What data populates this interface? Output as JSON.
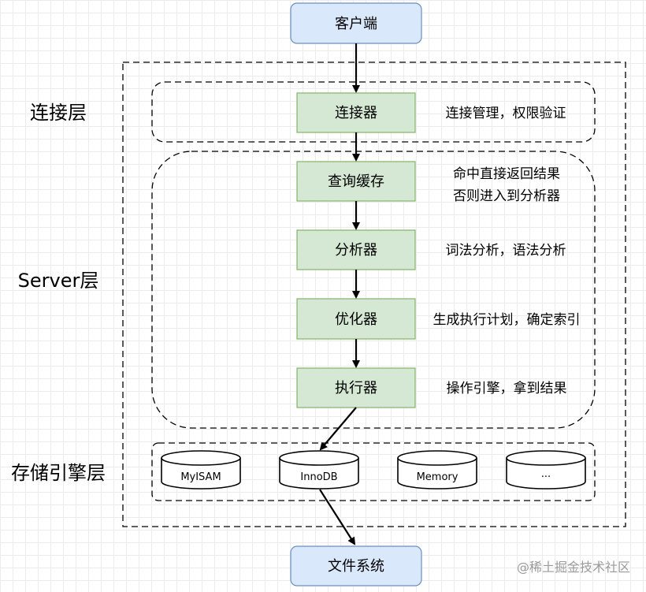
{
  "layers": {
    "connection": "连接层",
    "server": "Server层",
    "storage": "存储引擎层"
  },
  "nodes": {
    "client": "客户端",
    "connector": "连接器",
    "query_cache": "查询缓存",
    "analyzer": "分析器",
    "optimizer": "优化器",
    "executor": "执行器",
    "filesystem": "文件系统"
  },
  "descriptions": {
    "connector": "连接管理，权限验证",
    "query_cache_line1": "命中直接返回结果",
    "query_cache_line2": "否则进入到分析器",
    "analyzer": "词法分析，语法分析",
    "optimizer": "生成执行计划，确定索引",
    "executor": "操作引擎，拿到结果"
  },
  "engines": [
    "MyISAM",
    "InnoDB",
    "Memory",
    "···"
  ],
  "watermark": "@稀土掘金技术社区",
  "colors": {
    "main_fill": "#d5e8d4",
    "main_stroke": "#82b366",
    "io_fill": "#dae8fc",
    "io_stroke": "#6c8ebf"
  }
}
